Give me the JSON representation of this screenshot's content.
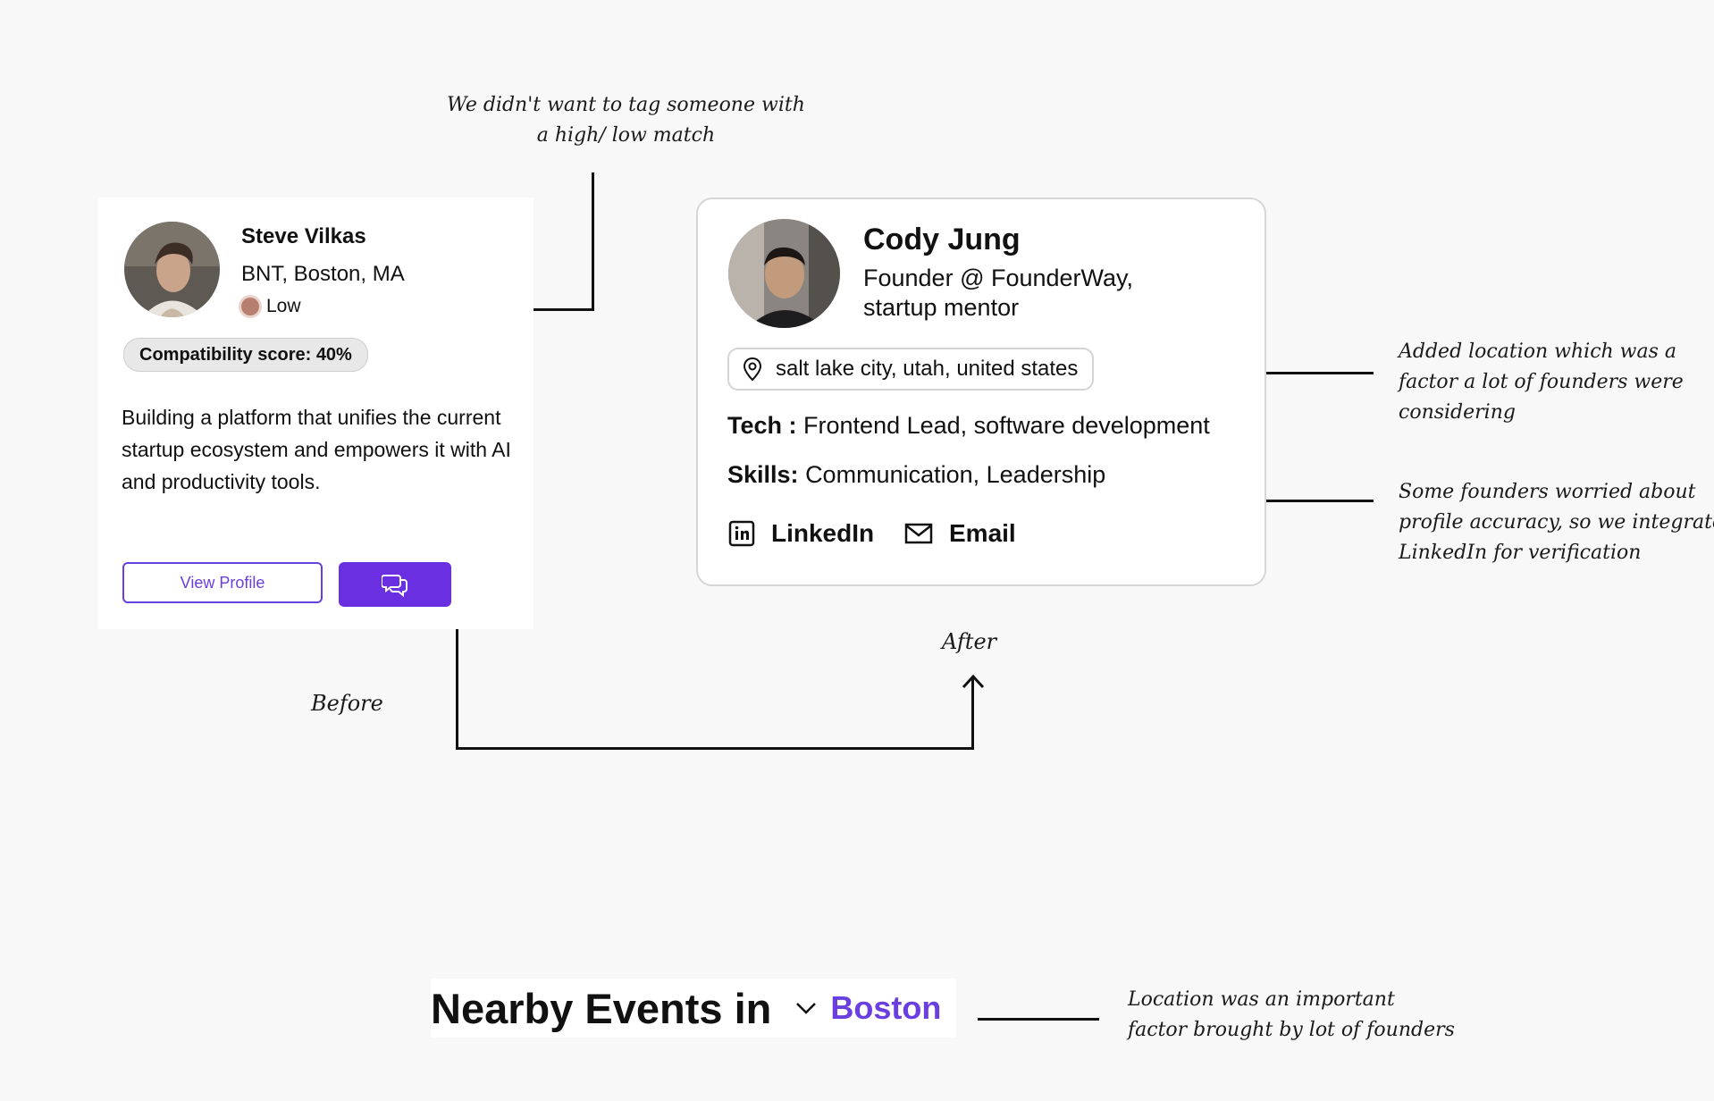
{
  "annotations": {
    "match_note": [
      "We didn't want to tag someone with",
      "a high/ low match"
    ],
    "location_note": [
      "Added location which was a",
      "factor a lot of founders were",
      "considering"
    ],
    "linkedin_note": [
      "Some founders worried about",
      "profile accuracy, so we integrated",
      "LinkedIn for verification"
    ],
    "events_note": [
      "Location was an important",
      "factor brought by lot of founders"
    ],
    "before_label": "Before",
    "after_label": "After"
  },
  "before_card": {
    "name": "Steve Vilkas",
    "company": "BNT, Boston, MA",
    "match_level": "Low",
    "compatibility": "Compatibility score: 40%",
    "bio": "Building a platform that unifies the current startup ecosystem and empowers it with AI and productivity tools.",
    "view_profile_label": "View Profile",
    "icons": {
      "message": "chat-bubbles-icon"
    }
  },
  "after_card": {
    "name": "Cody Jung",
    "title": "Founder @ FounderWay, startup mentor",
    "location": "salt lake city, utah, united states",
    "tech_label": "Tech :",
    "tech_value": "Frontend Lead, software development",
    "skills_label": "Skills:",
    "skills_value": "Communication, Leadership",
    "linkedin_label": "LinkedIn",
    "email_label": "Email",
    "icons": {
      "location": "map-pin-icon",
      "linkedin": "linkedin-icon",
      "email": "envelope-icon"
    }
  },
  "events": {
    "title": "Nearby Events in",
    "city": "Boston"
  },
  "colors": {
    "accent": "#6a3fe0",
    "background": "#f8f8f8",
    "match_dot": "#b67f70"
  }
}
